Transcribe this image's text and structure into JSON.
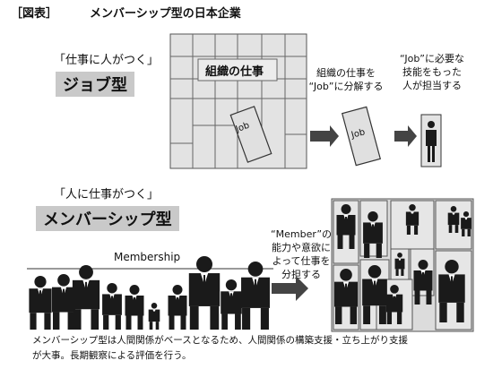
{
  "header": {
    "figure_label": "［図表］",
    "title": "メンバーシップ型の日本企業"
  },
  "job_section": {
    "quote": "「仕事に人がつく」",
    "type_label": "ジョブ型",
    "org_work_label": "組織の仕事",
    "job_card": "Job",
    "arrow_note_lines": [
      "組織の仕事を",
      "“Job”に分解する"
    ],
    "assign_note_lines": [
      "“Job”に必要な",
      "技能をもった",
      "人が担当する"
    ]
  },
  "member_section": {
    "quote": "「人に仕事がつく」",
    "type_label": "メンバーシップ型",
    "membership_label": "Membership",
    "arrow_note_lines": [
      "“Member”の",
      "能力や意欲に",
      "よって仕事を",
      "分担する"
    ]
  },
  "footnote": {
    "lines": [
      "メンバーシップ型は人間関係がベースとなるため、人間関係の構築支援・立ち上がり支援",
      "が大事。長期観察による評価を行う。"
    ]
  },
  "colors": {
    "figure": "#1a1a1a",
    "panel_fill": "#dcdcdc",
    "panel_stroke": "#555555",
    "pill": "#c9c9c9"
  }
}
